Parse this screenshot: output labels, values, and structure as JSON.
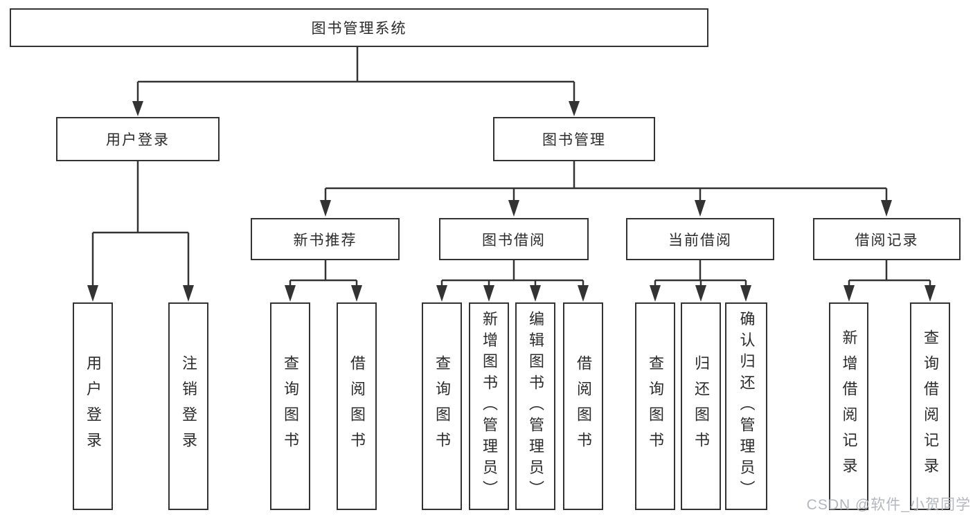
{
  "tree": {
    "label": "图书管理系统",
    "children": [
      {
        "label": "用户登录",
        "leaves": [
          {
            "label": "用户登录"
          },
          {
            "label": "注销登录"
          }
        ]
      },
      {
        "label": "图书管理",
        "children": [
          {
            "label": "新书推荐",
            "leaves": [
              {
                "label": "查询图书"
              },
              {
                "label": "借阅图书"
              }
            ]
          },
          {
            "label": "图书借阅",
            "leaves": [
              {
                "label": "查询图书"
              },
              {
                "label": "新增图书（管理员）"
              },
              {
                "label": "编辑图书（管理员）"
              },
              {
                "label": "借阅图书"
              }
            ]
          },
          {
            "label": "当前借阅",
            "leaves": [
              {
                "label": "查询图书"
              },
              {
                "label": "归还图书"
              },
              {
                "label": "确认归还（管理员）"
              }
            ]
          },
          {
            "label": "借阅记录",
            "leaves": [
              {
                "label": "新增借阅记录"
              },
              {
                "label": "查询借阅记录"
              }
            ]
          }
        ]
      }
    ]
  },
  "watermark": {
    "text": "CSDN @软件_小贺同学"
  },
  "colors": {
    "line": "#333333",
    "text": "#2b2b2b",
    "box_bg": "#ffffff",
    "canvas_bg": "#ffffff",
    "watermark": "#b3b7bd"
  }
}
